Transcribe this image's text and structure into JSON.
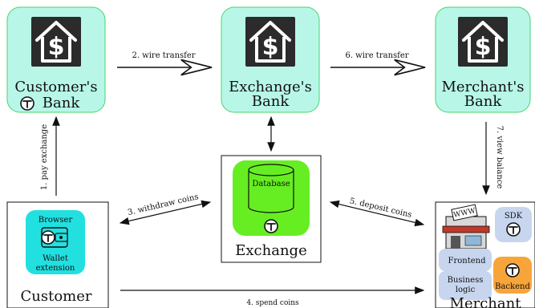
{
  "colors": {
    "bank_fill": "#b8f7e8",
    "bank_stroke": "#46d46b",
    "database_fill": "#66ee22",
    "wallet_fill": "#22e0e0",
    "frontend_fill": "#c7d6ee",
    "backend_fill": "#f7a53a",
    "sdk_fill": "#c7d6ee"
  },
  "nodes": {
    "customers_bank": {
      "line1": "Customer's",
      "line2": "Bank"
    },
    "exchanges_bank": {
      "line1": "Exchange's",
      "line2": "Bank"
    },
    "merchants_bank": {
      "line1": "Merchant's",
      "line2": "Bank"
    },
    "exchange": {
      "title": "Exchange",
      "database": "Database"
    },
    "customer": {
      "title": "Customer",
      "browser": "Browser",
      "wallet": "Wallet",
      "extension": "extension"
    },
    "merchant": {
      "title": "Merchant",
      "sdk": "SDK",
      "frontend": "Frontend",
      "business": "Business",
      "logic": "logic",
      "backend": "Backend",
      "www": "WWW"
    }
  },
  "edges": {
    "e1": "1. pay exchange",
    "e2": "2. wire transfer",
    "e3": "3. withdraw coins",
    "e4": "4. spend coins",
    "e5": "5. deposit coins",
    "e6": "6. wire transfer",
    "e7": "7. view balance"
  },
  "icons": {
    "bank": "bank-house-dollar-icon",
    "taler": "taler-coin-icon",
    "wallet": "wallet-icon",
    "shop": "shop-storefront-icon"
  }
}
